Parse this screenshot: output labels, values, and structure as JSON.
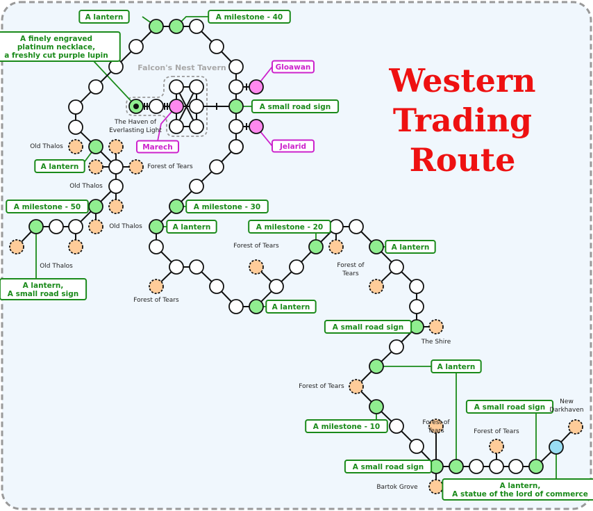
{
  "title_lines": [
    "Western",
    "Trading",
    "Route"
  ],
  "title_color": "#ee1111",
  "tavern": {
    "name": "Falcon's Nest Tavern"
  },
  "colors": {
    "plain_node": "#ffffff",
    "landmark_node": "#90ee90",
    "npc_node": "#ff88ee",
    "destination_node": "#99ddf2",
    "offroute_node": "#ffcc99",
    "landmark_label": "#1a8a1a",
    "npc_label": "#cc22cc"
  },
  "nodes": [
    {
      "id": "n1",
      "type": "green"
    },
    {
      "id": "n2",
      "type": "green"
    },
    {
      "id": "n3",
      "type": "plain"
    },
    {
      "id": "n4",
      "type": "plain"
    },
    {
      "id": "n5",
      "type": "plain"
    },
    {
      "id": "n6",
      "type": "plain"
    },
    {
      "id": "gl",
      "type": "pink"
    },
    {
      "id": "n7",
      "type": "green"
    },
    {
      "id": "n8",
      "type": "plain"
    },
    {
      "id": "je",
      "type": "pink"
    },
    {
      "id": "n9",
      "type": "plain"
    },
    {
      "id": "n10",
      "type": "plain"
    },
    {
      "id": "n11",
      "type": "plain"
    },
    {
      "id": "n12",
      "type": "plain"
    },
    {
      "id": "n13",
      "type": "green"
    },
    {
      "id": "n14",
      "type": "green"
    },
    {
      "id": "n15",
      "type": "plain"
    },
    {
      "id": "n16",
      "type": "plain"
    },
    {
      "id": "n17",
      "type": "plain"
    },
    {
      "id": "n18",
      "type": "plain"
    },
    {
      "id": "n19",
      "type": "plain"
    },
    {
      "id": "n20",
      "type": "green"
    },
    {
      "id": "n21",
      "type": "plain"
    },
    {
      "id": "n22",
      "type": "plain"
    },
    {
      "id": "n23",
      "type": "green"
    },
    {
      "id": "n24",
      "type": "plain"
    },
    {
      "id": "n25",
      "type": "plain"
    },
    {
      "id": "n26",
      "type": "green"
    },
    {
      "id": "n27",
      "type": "plain"
    },
    {
      "id": "n28",
      "type": "plain"
    },
    {
      "id": "n29",
      "type": "plain"
    },
    {
      "id": "n30",
      "type": "green"
    },
    {
      "id": "n31",
      "type": "plain"
    },
    {
      "id": "n32",
      "type": "green"
    },
    {
      "id": "n33",
      "type": "orange"
    },
    {
      "id": "n34",
      "type": "green"
    },
    {
      "id": "n35",
      "type": "plain"
    },
    {
      "id": "n36",
      "type": "plain"
    },
    {
      "id": "n37",
      "type": "green"
    },
    {
      "id": "n38",
      "type": "green"
    },
    {
      "id": "n39",
      "type": "plain"
    },
    {
      "id": "n40",
      "type": "plain"
    },
    {
      "id": "n41",
      "type": "plain"
    },
    {
      "id": "n42",
      "type": "green"
    },
    {
      "id": "n43",
      "type": "blue"
    },
    {
      "id": "n44",
      "type": "orange"
    },
    {
      "id": "w1",
      "type": "plain"
    },
    {
      "id": "w2",
      "type": "plain"
    },
    {
      "id": "w3",
      "type": "plain"
    },
    {
      "id": "w4",
      "type": "plain"
    },
    {
      "id": "w5",
      "type": "plain"
    },
    {
      "id": "w6",
      "type": "green"
    },
    {
      "id": "w7",
      "type": "plain"
    },
    {
      "id": "w8",
      "type": "plain"
    },
    {
      "id": "w9",
      "type": "green"
    },
    {
      "id": "w10",
      "type": "plain"
    },
    {
      "id": "w11",
      "type": "plain"
    },
    {
      "id": "w12",
      "type": "green"
    },
    {
      "id": "o1",
      "type": "orange"
    },
    {
      "id": "o2",
      "type": "orange"
    },
    {
      "id": "o3",
      "type": "orange"
    },
    {
      "id": "o4",
      "type": "orange"
    },
    {
      "id": "o5",
      "type": "orange"
    },
    {
      "id": "o6",
      "type": "orange"
    },
    {
      "id": "o7",
      "type": "orange"
    },
    {
      "id": "o8",
      "type": "orange"
    },
    {
      "id": "o9",
      "type": "orange"
    },
    {
      "id": "o10",
      "type": "orange"
    },
    {
      "id": "o11",
      "type": "orange"
    },
    {
      "id": "o12",
      "type": "orange"
    },
    {
      "id": "o13",
      "type": "orange"
    },
    {
      "id": "o14",
      "type": "orange"
    },
    {
      "id": "o15",
      "type": "orange"
    },
    {
      "id": "t1",
      "type": "plain"
    },
    {
      "id": "t2",
      "type": "plain"
    },
    {
      "id": "t3",
      "type": "pink"
    },
    {
      "id": "t4",
      "type": "plain"
    },
    {
      "id": "t5",
      "type": "plain"
    },
    {
      "id": "t6",
      "type": "plain"
    },
    {
      "id": "t7",
      "type": "plain"
    },
    {
      "id": "t8",
      "type": "green-start"
    }
  ],
  "landmark_labels": [
    {
      "id": "lb1",
      "text": [
        "A lantern"
      ]
    },
    {
      "id": "lb2",
      "text": [
        "A milestone - 40"
      ]
    },
    {
      "id": "lb3",
      "text": [
        "A finely engraved",
        "platinum necklace,",
        "a freshly cut purple lupin"
      ]
    },
    {
      "id": "lb4",
      "text": [
        "A small road sign"
      ]
    },
    {
      "id": "lb5",
      "text": [
        "A lantern"
      ]
    },
    {
      "id": "lb6",
      "text": [
        "A milestone - 50"
      ]
    },
    {
      "id": "lb7",
      "text": [
        "A lantern,",
        "A small road sign"
      ]
    },
    {
      "id": "lb8",
      "text": [
        "A milestone - 30"
      ]
    },
    {
      "id": "lb9",
      "text": [
        "A lantern"
      ]
    },
    {
      "id": "lb10",
      "text": [
        "A milestone - 20"
      ]
    },
    {
      "id": "lb11",
      "text": [
        "A lantern"
      ]
    },
    {
      "id": "lb12",
      "text": [
        "A lantern"
      ]
    },
    {
      "id": "lb13",
      "text": [
        "A small road sign"
      ]
    },
    {
      "id": "lb14",
      "text": [
        "A lantern"
      ]
    },
    {
      "id": "lb15",
      "text": [
        "A milestone - 10"
      ]
    },
    {
      "id": "lb16",
      "text": [
        "A small road sign"
      ]
    },
    {
      "id": "lb17",
      "text": [
        "A small road sign"
      ]
    },
    {
      "id": "lb18",
      "text": [
        "A lantern,",
        "A statue of the lord of commerce"
      ]
    }
  ],
  "npc_labels": [
    {
      "id": "np1",
      "text": "Gloawan"
    },
    {
      "id": "np2",
      "text": "Jelarid"
    },
    {
      "id": "np3",
      "text": "Marech"
    }
  ],
  "place_labels": [
    {
      "id": "p1",
      "text": [
        "The Haven of",
        "Everlasting Light"
      ]
    },
    {
      "id": "p2",
      "text": [
        "Old Thalos"
      ]
    },
    {
      "id": "p3",
      "text": [
        "Forest of Tears"
      ]
    },
    {
      "id": "p4",
      "text": [
        "Old Thalos"
      ]
    },
    {
      "id": "p5",
      "text": [
        "Old Thalos"
      ]
    },
    {
      "id": "p6",
      "text": [
        "Old Thalos"
      ]
    },
    {
      "id": "p7",
      "text": [
        "Forest of Tears"
      ]
    },
    {
      "id": "p8",
      "text": [
        "Forest of Tears"
      ]
    },
    {
      "id": "p9",
      "text": [
        "Forest of",
        "Tears"
      ]
    },
    {
      "id": "p10",
      "text": [
        "The Shire"
      ]
    },
    {
      "id": "p11",
      "text": [
        "Forest of Tears"
      ]
    },
    {
      "id": "p12",
      "text": [
        "Forest of",
        "Tears"
      ]
    },
    {
      "id": "p13",
      "text": [
        "Forest of Tears"
      ]
    },
    {
      "id": "p14",
      "text": [
        "New",
        "Darkhaven"
      ]
    },
    {
      "id": "p15",
      "text": [
        "Bartok Grove"
      ]
    }
  ]
}
